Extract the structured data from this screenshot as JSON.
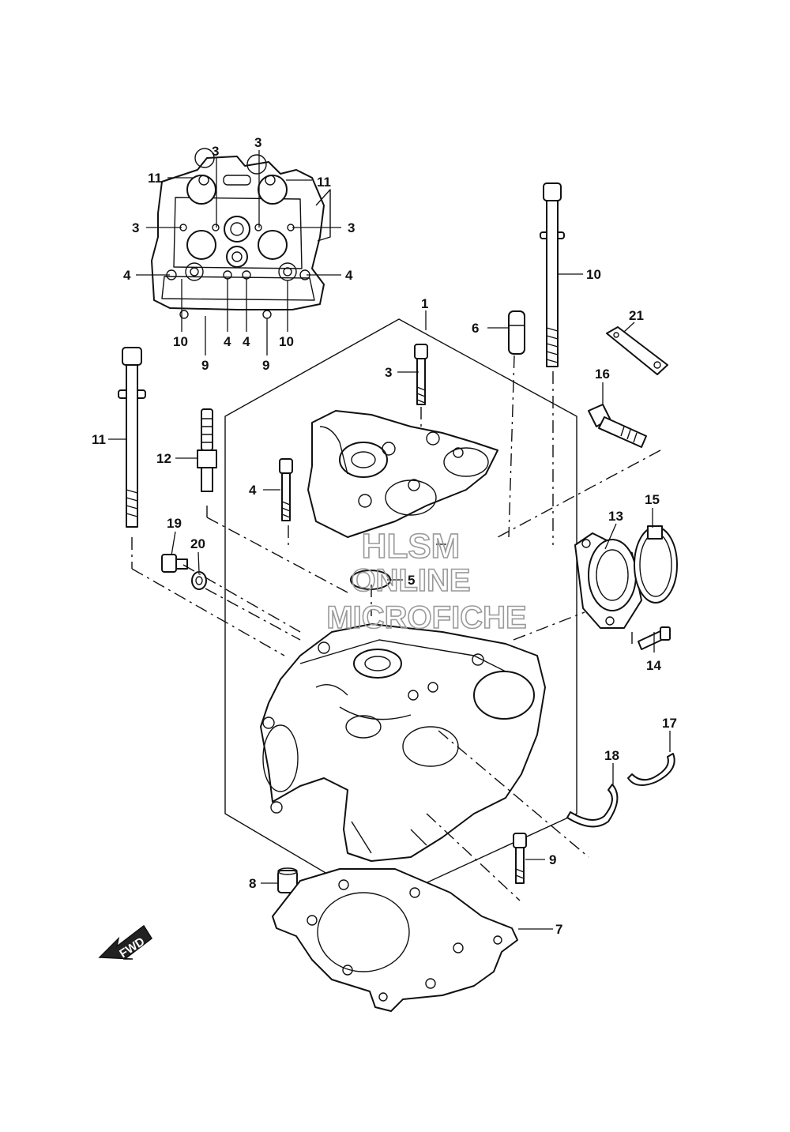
{
  "callouts": {
    "c1": "1",
    "c3_top_left": "3",
    "c3_top_mid": "3",
    "c3_left": "3",
    "c3_right": "3",
    "c3_bolt": "3",
    "c4_left": "4",
    "c4_right": "4",
    "c4_bottom_a": "4",
    "c4_bottom_b": "4",
    "c4_bolt": "4",
    "c5": "5",
    "c6": "6",
    "c7": "7",
    "c8": "8",
    "c9_bottom_a": "9",
    "c9_bottom_b": "9",
    "c9_bolt": "9",
    "c10_bottom_a": "10",
    "c10_bottom_b": "10",
    "c10_bolt": "10",
    "c11_top_left": "11",
    "c11_top_right": "11",
    "c11_bolt": "11",
    "c12": "12",
    "c13": "13",
    "c14": "14",
    "c15": "15",
    "c16": "16",
    "c17": "17",
    "c18": "18",
    "c19": "19",
    "c20": "20",
    "c21": "21"
  },
  "watermark": {
    "line1": "HLSM",
    "line2": "ONLINE",
    "line3": "MICROFICHE"
  },
  "fwd_arrow": {
    "label": "FWD"
  },
  "icons": {
    "fwd": "forward-direction-arrow-icon"
  }
}
